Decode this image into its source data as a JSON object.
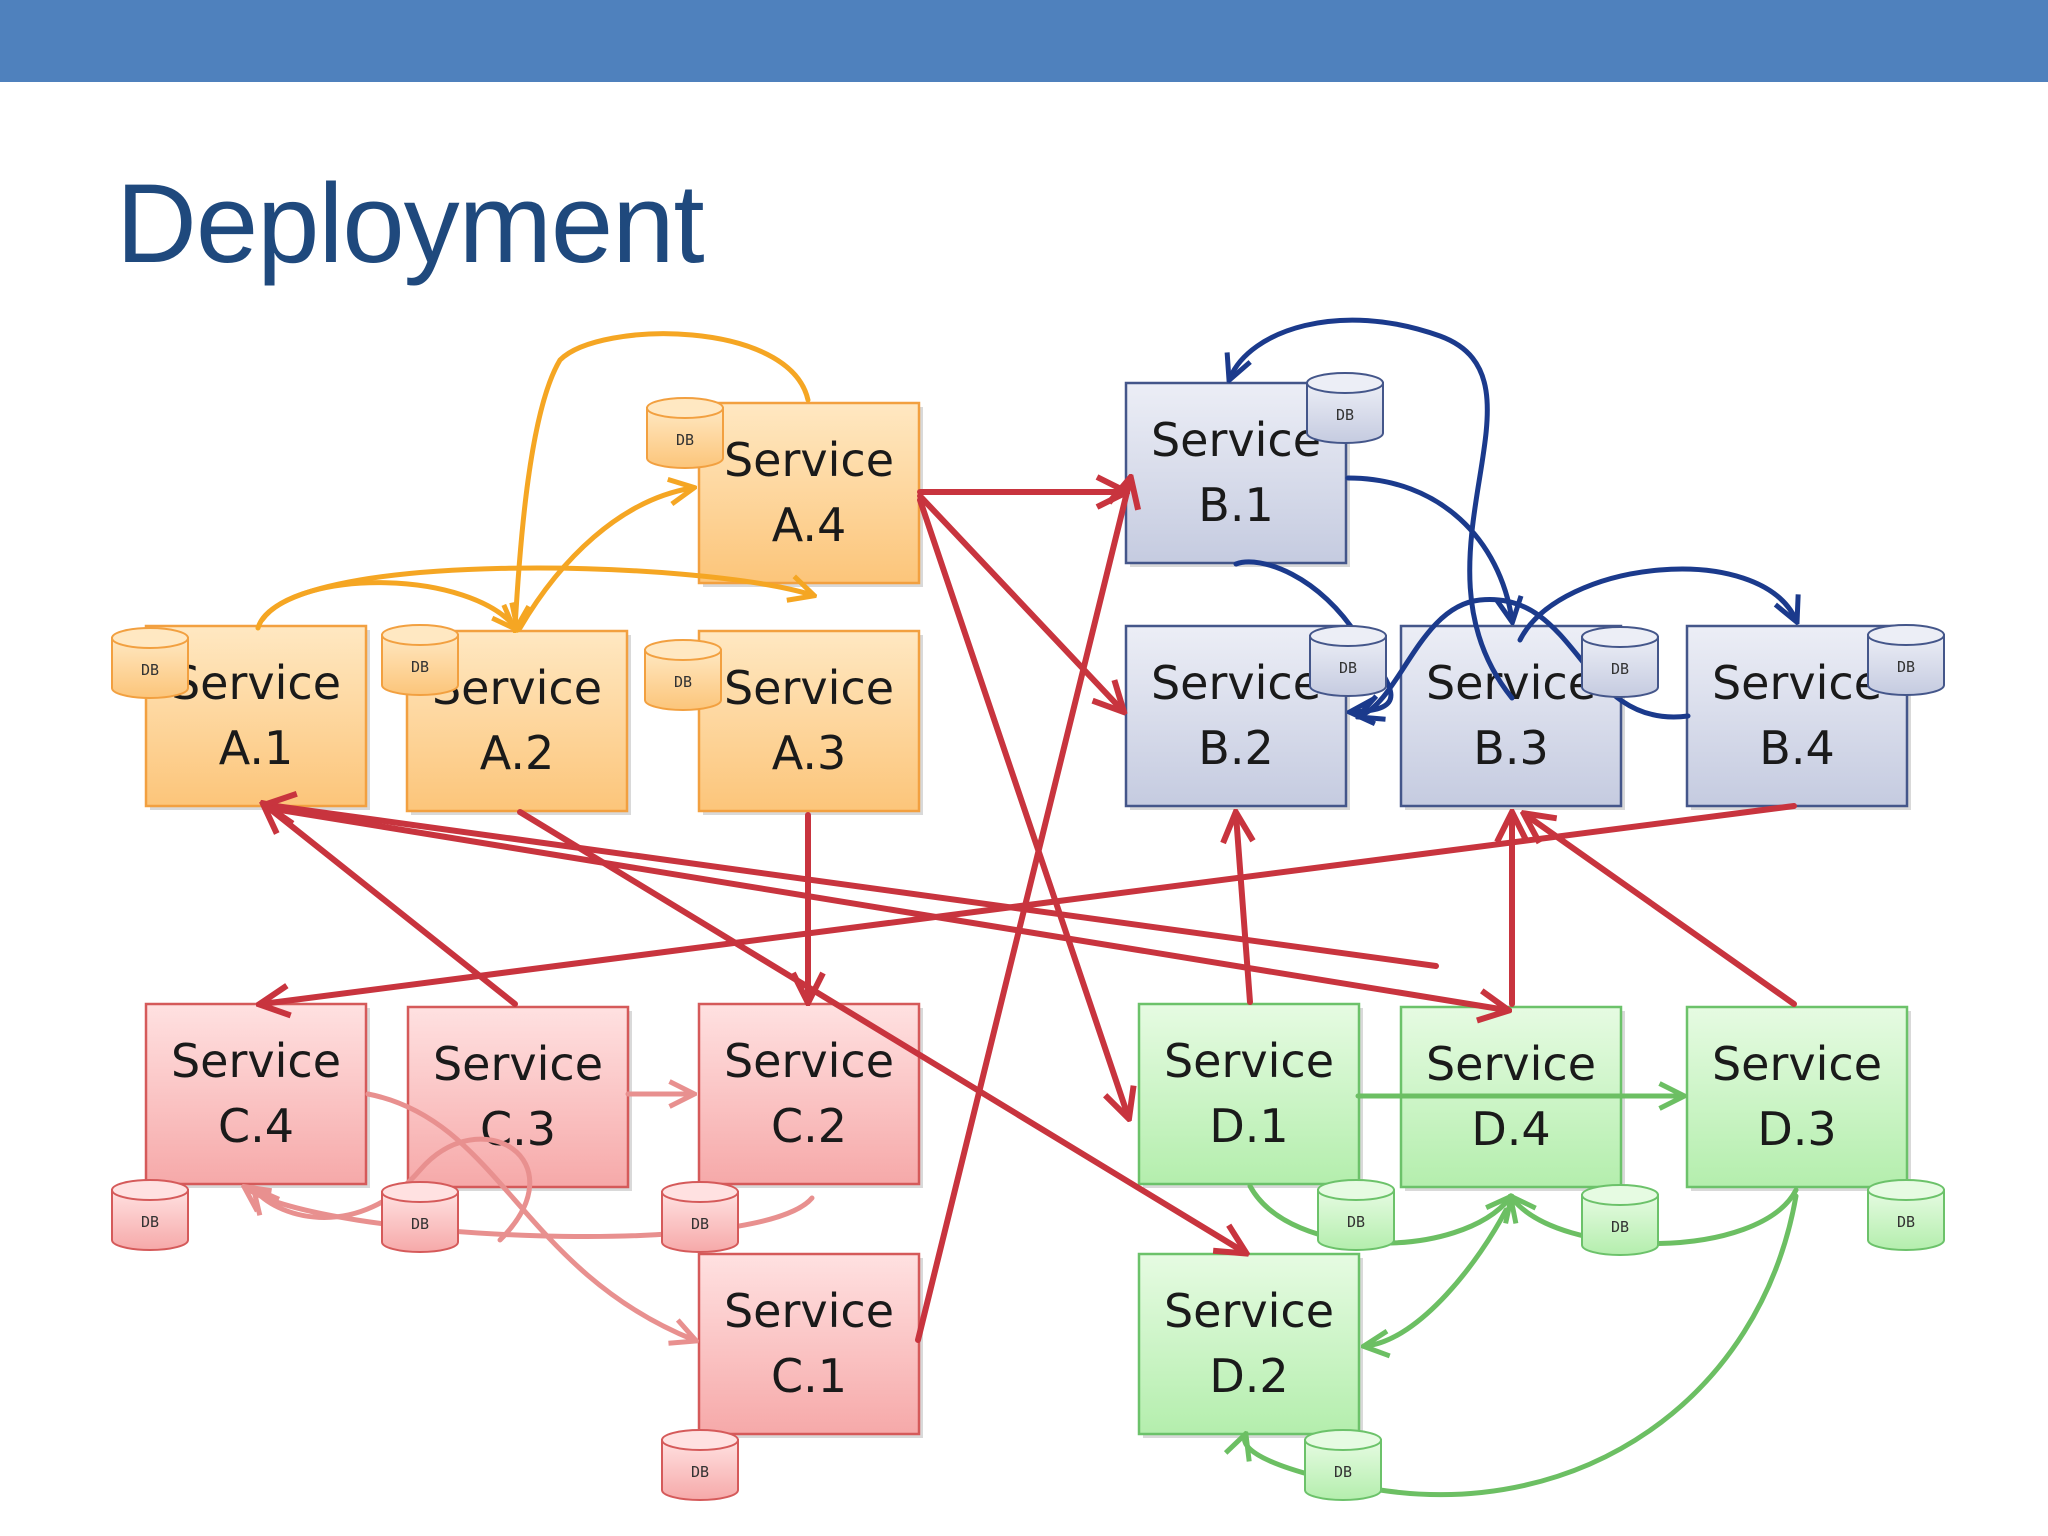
{
  "slide": {
    "title": "Deployment",
    "header_bar_color": "#4f81bd",
    "title_color": "#1f497d"
  },
  "diagram": {
    "db_label": "DB",
    "groups": [
      {
        "id": "A",
        "fill_light": "#ffe8c2",
        "fill_dark": "#fcc57a",
        "stroke": "#f2a040",
        "arrow": "#f5a623"
      },
      {
        "id": "B",
        "fill_light": "#eceef6",
        "fill_dark": "#c5cbe0",
        "stroke": "#44568a",
        "arrow": "#1b3a8c"
      },
      {
        "id": "C",
        "fill_light": "#ffe1e1",
        "fill_dark": "#f6a9a9",
        "stroke": "#d55a5a",
        "arrow": "#e8908f"
      },
      {
        "id": "D",
        "fill_light": "#e6fbe2",
        "fill_dark": "#b4eead",
        "stroke": "#6cc26a",
        "arrow": "#6cbf63"
      }
    ],
    "cross_arrow_color": "#c8343e",
    "services": [
      {
        "id": "A.1",
        "group": "A",
        "line1": "Service",
        "line2": "A.1"
      },
      {
        "id": "A.2",
        "group": "A",
        "line1": "Service",
        "line2": "A.2"
      },
      {
        "id": "A.3",
        "group": "A",
        "line1": "Service",
        "line2": "A.3"
      },
      {
        "id": "A.4",
        "group": "A",
        "line1": "Service",
        "line2": "A.4"
      },
      {
        "id": "B.1",
        "group": "B",
        "line1": "Service",
        "line2": "B.1"
      },
      {
        "id": "B.2",
        "group": "B",
        "line1": "Service",
        "line2": "B.2"
      },
      {
        "id": "B.3",
        "group": "B",
        "line1": "Service",
        "line2": "B.3"
      },
      {
        "id": "B.4",
        "group": "B",
        "line1": "Service",
        "line2": "B.4"
      },
      {
        "id": "C.1",
        "group": "C",
        "line1": "Service",
        "line2": "C.1"
      },
      {
        "id": "C.2",
        "group": "C",
        "line1": "Service",
        "line2": "C.2"
      },
      {
        "id": "C.3",
        "group": "C",
        "line1": "Service",
        "line2": "C.3"
      },
      {
        "id": "C.4",
        "group": "C",
        "line1": "Service",
        "line2": "C.4"
      },
      {
        "id": "D.1",
        "group": "D",
        "line1": "Service",
        "line2": "D.1"
      },
      {
        "id": "D.2",
        "group": "D",
        "line1": "Service",
        "line2": "D.2"
      },
      {
        "id": "D.3",
        "group": "D",
        "line1": "Service",
        "line2": "D.3"
      },
      {
        "id": "D.4",
        "group": "D",
        "line1": "Service",
        "line2": "D.4"
      }
    ]
  }
}
